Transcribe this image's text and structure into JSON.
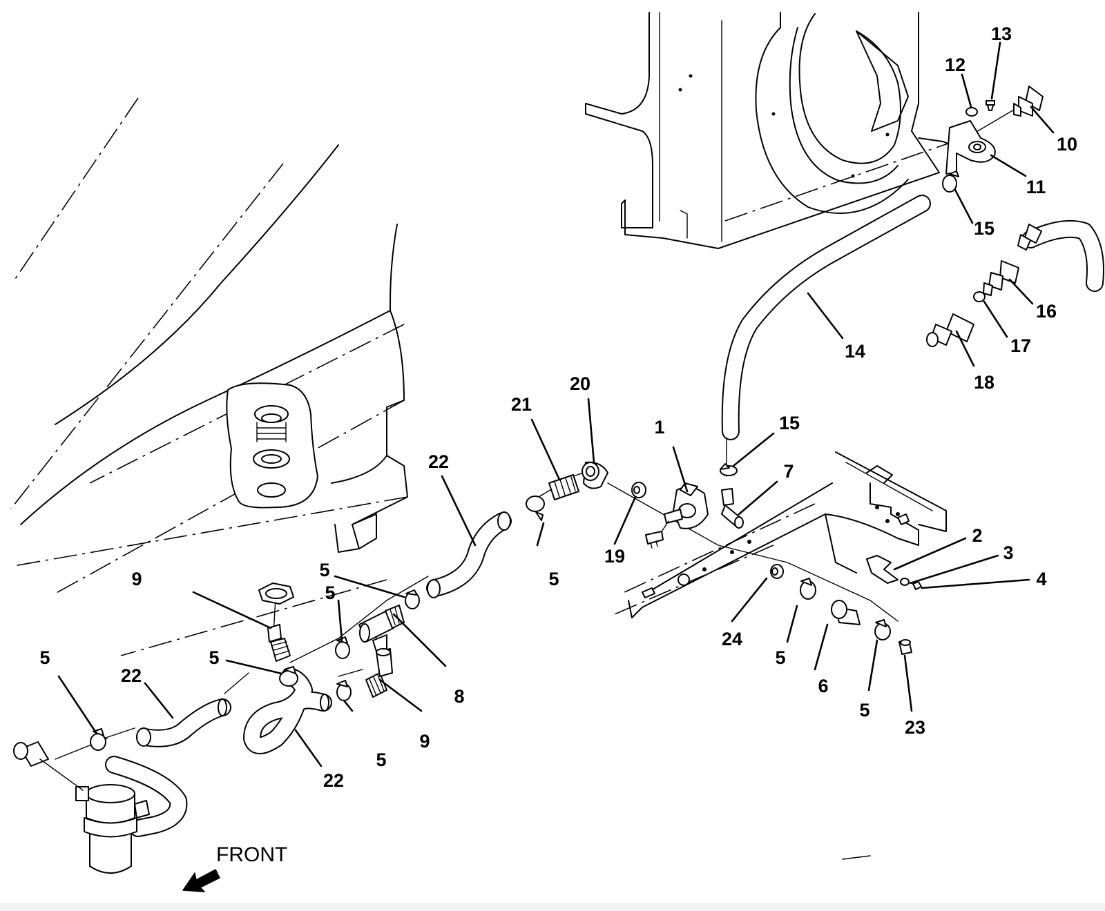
{
  "diagram": {
    "front_label": "FRONT",
    "callouts": [
      {
        "id": "c1",
        "text": "1"
      },
      {
        "id": "c2",
        "text": "2"
      },
      {
        "id": "c3",
        "text": "3"
      },
      {
        "id": "c4",
        "text": "4"
      },
      {
        "id": "c5a",
        "text": "5"
      },
      {
        "id": "c5b",
        "text": "5"
      },
      {
        "id": "c5c",
        "text": "5"
      },
      {
        "id": "c5d",
        "text": "5"
      },
      {
        "id": "c5e",
        "text": "5"
      },
      {
        "id": "c5f",
        "text": "5"
      },
      {
        "id": "c5g",
        "text": "5"
      },
      {
        "id": "c5h",
        "text": "5"
      },
      {
        "id": "c6",
        "text": "6"
      },
      {
        "id": "c7",
        "text": "7"
      },
      {
        "id": "c8",
        "text": "8"
      },
      {
        "id": "c9a",
        "text": "9"
      },
      {
        "id": "c9b",
        "text": "9"
      },
      {
        "id": "c10",
        "text": "10"
      },
      {
        "id": "c11",
        "text": "11"
      },
      {
        "id": "c12",
        "text": "12"
      },
      {
        "id": "c13",
        "text": "13"
      },
      {
        "id": "c14",
        "text": "14"
      },
      {
        "id": "c15a",
        "text": "15"
      },
      {
        "id": "c15b",
        "text": "15"
      },
      {
        "id": "c16",
        "text": "16"
      },
      {
        "id": "c17",
        "text": "17"
      },
      {
        "id": "c18",
        "text": "18"
      },
      {
        "id": "c19",
        "text": "19"
      },
      {
        "id": "c20",
        "text": "20"
      },
      {
        "id": "c21",
        "text": "21"
      },
      {
        "id": "c22a",
        "text": "22"
      },
      {
        "id": "c22b",
        "text": "22"
      },
      {
        "id": "c22c",
        "text": "22"
      },
      {
        "id": "c23",
        "text": "23"
      },
      {
        "id": "c24",
        "text": "24"
      }
    ]
  }
}
